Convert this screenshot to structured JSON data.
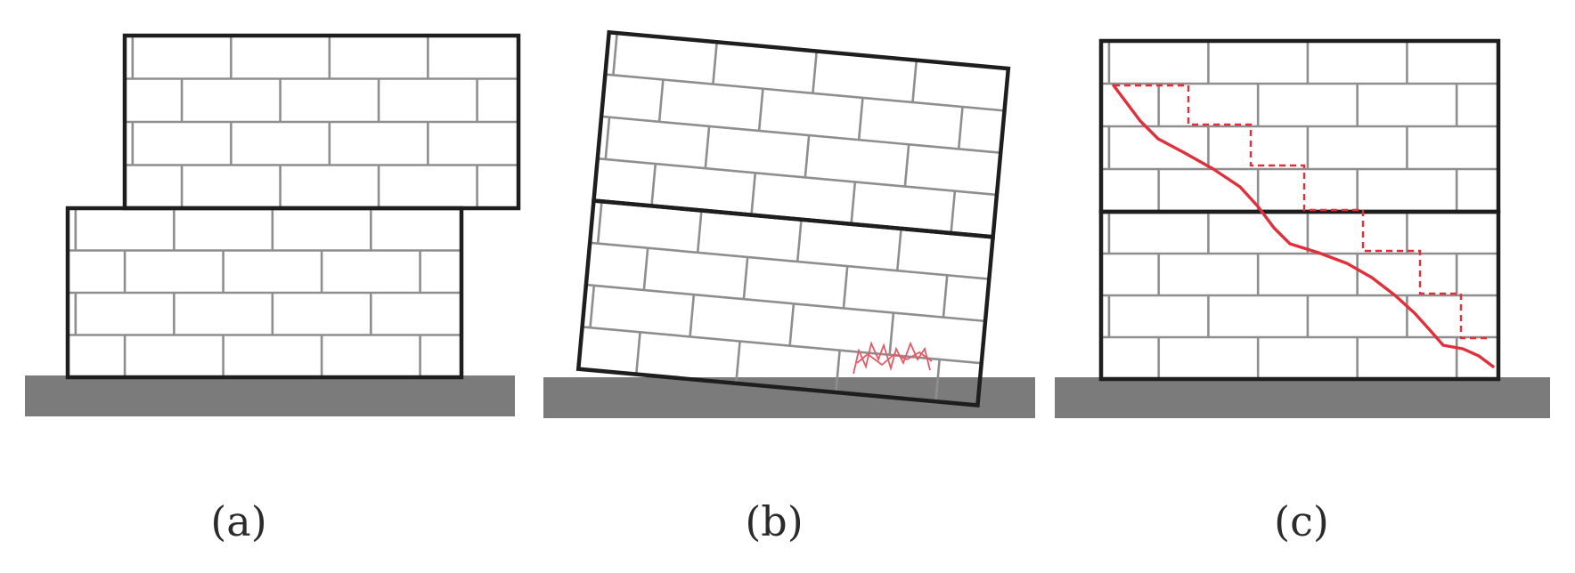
{
  "panels": [
    {
      "id": "a",
      "label": "(a)"
    },
    {
      "id": "b",
      "label": "(b)"
    },
    {
      "id": "c",
      "label": "(c)"
    }
  ],
  "colors": {
    "ground": "#7b7b7b",
    "wall_outline": "#1e1e1e",
    "mortar_joint": "#8e8e8e",
    "crack": "#e0303c"
  }
}
